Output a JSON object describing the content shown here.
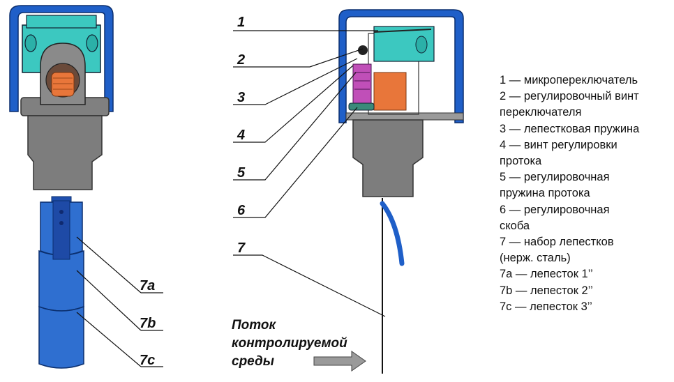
{
  "callouts": {
    "n1": "1",
    "n2": "2",
    "n3": "3",
    "n4": "4",
    "n5": "5",
    "n6": "6",
    "n7": "7",
    "n7a": "7a",
    "n7b": "7b",
    "n7c": "7c"
  },
  "flow_label": [
    "Поток",
    "контролируемой",
    "среды"
  ],
  "legend": [
    "1 — микропереключатель",
    "2 — регулировочный винт",
    "переключателя",
    "3 — лепестковая пружина",
    "4 — винт регулировки",
    "протока",
    "5 — регулировочная",
    "пружина протока",
    "6 — регулировочная",
    "скоба",
    "7 — набор лепестков",
    "(нерж. сталь)",
    "7a — лепесток 1’’",
    "7b — лепесток 2’’",
    "7c — лепесток 3’’"
  ],
  "colors": {
    "cover_blue": "#1f5fc8",
    "body_gray": "#7d7d7d",
    "switch_cyan": "#3cc8c0",
    "spring_orange": "#e8763a",
    "paddle_blue": "#2f6fd0"
  }
}
